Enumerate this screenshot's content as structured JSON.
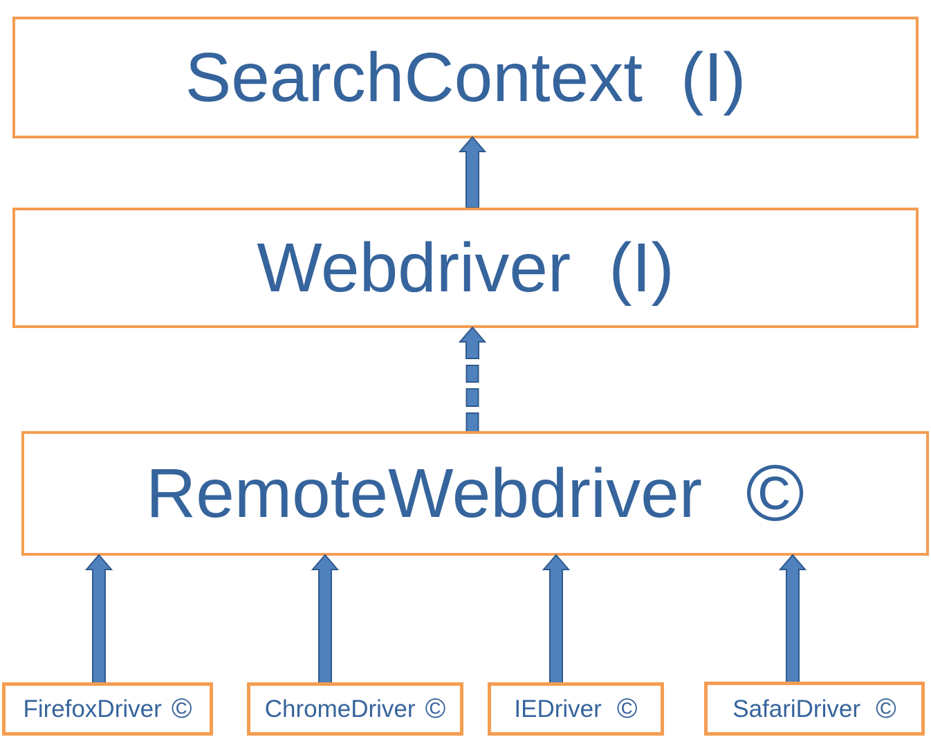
{
  "diagram": {
    "description": "Selenium WebDriver interface and class hierarchy",
    "colors": {
      "box_border": "#f49d52",
      "text": "#36649c",
      "arrow_fill": "#4f81bd",
      "arrow_stroke": "#2f5a8c"
    },
    "nodes": {
      "search_context": {
        "label": "SearchContext",
        "marker": "(I)"
      },
      "webdriver": {
        "label": "Webdriver",
        "marker": "(I)"
      },
      "remote_webdriver": {
        "label": "RemoteWebdriver",
        "marker": "©"
      },
      "firefox_driver": {
        "label": "FirefoxDriver",
        "marker": "©"
      },
      "chrome_driver": {
        "label": "ChromeDriver",
        "marker": "©"
      },
      "ie_driver": {
        "label": "IEDriver",
        "marker": "©"
      },
      "safari_driver": {
        "label": "SafariDriver",
        "marker": "©"
      }
    },
    "edges": [
      {
        "from": "webdriver",
        "to": "search_context",
        "style": "solid",
        "direction": "up"
      },
      {
        "from": "remote_webdriver",
        "to": "webdriver",
        "style": "dashed",
        "direction": "up"
      },
      {
        "from": "firefox_driver",
        "to": "remote_webdriver",
        "style": "solid",
        "direction": "up"
      },
      {
        "from": "chrome_driver",
        "to": "remote_webdriver",
        "style": "solid",
        "direction": "up"
      },
      {
        "from": "ie_driver",
        "to": "remote_webdriver",
        "style": "solid",
        "direction": "up"
      },
      {
        "from": "safari_driver",
        "to": "remote_webdriver",
        "style": "solid",
        "direction": "up"
      }
    ]
  }
}
